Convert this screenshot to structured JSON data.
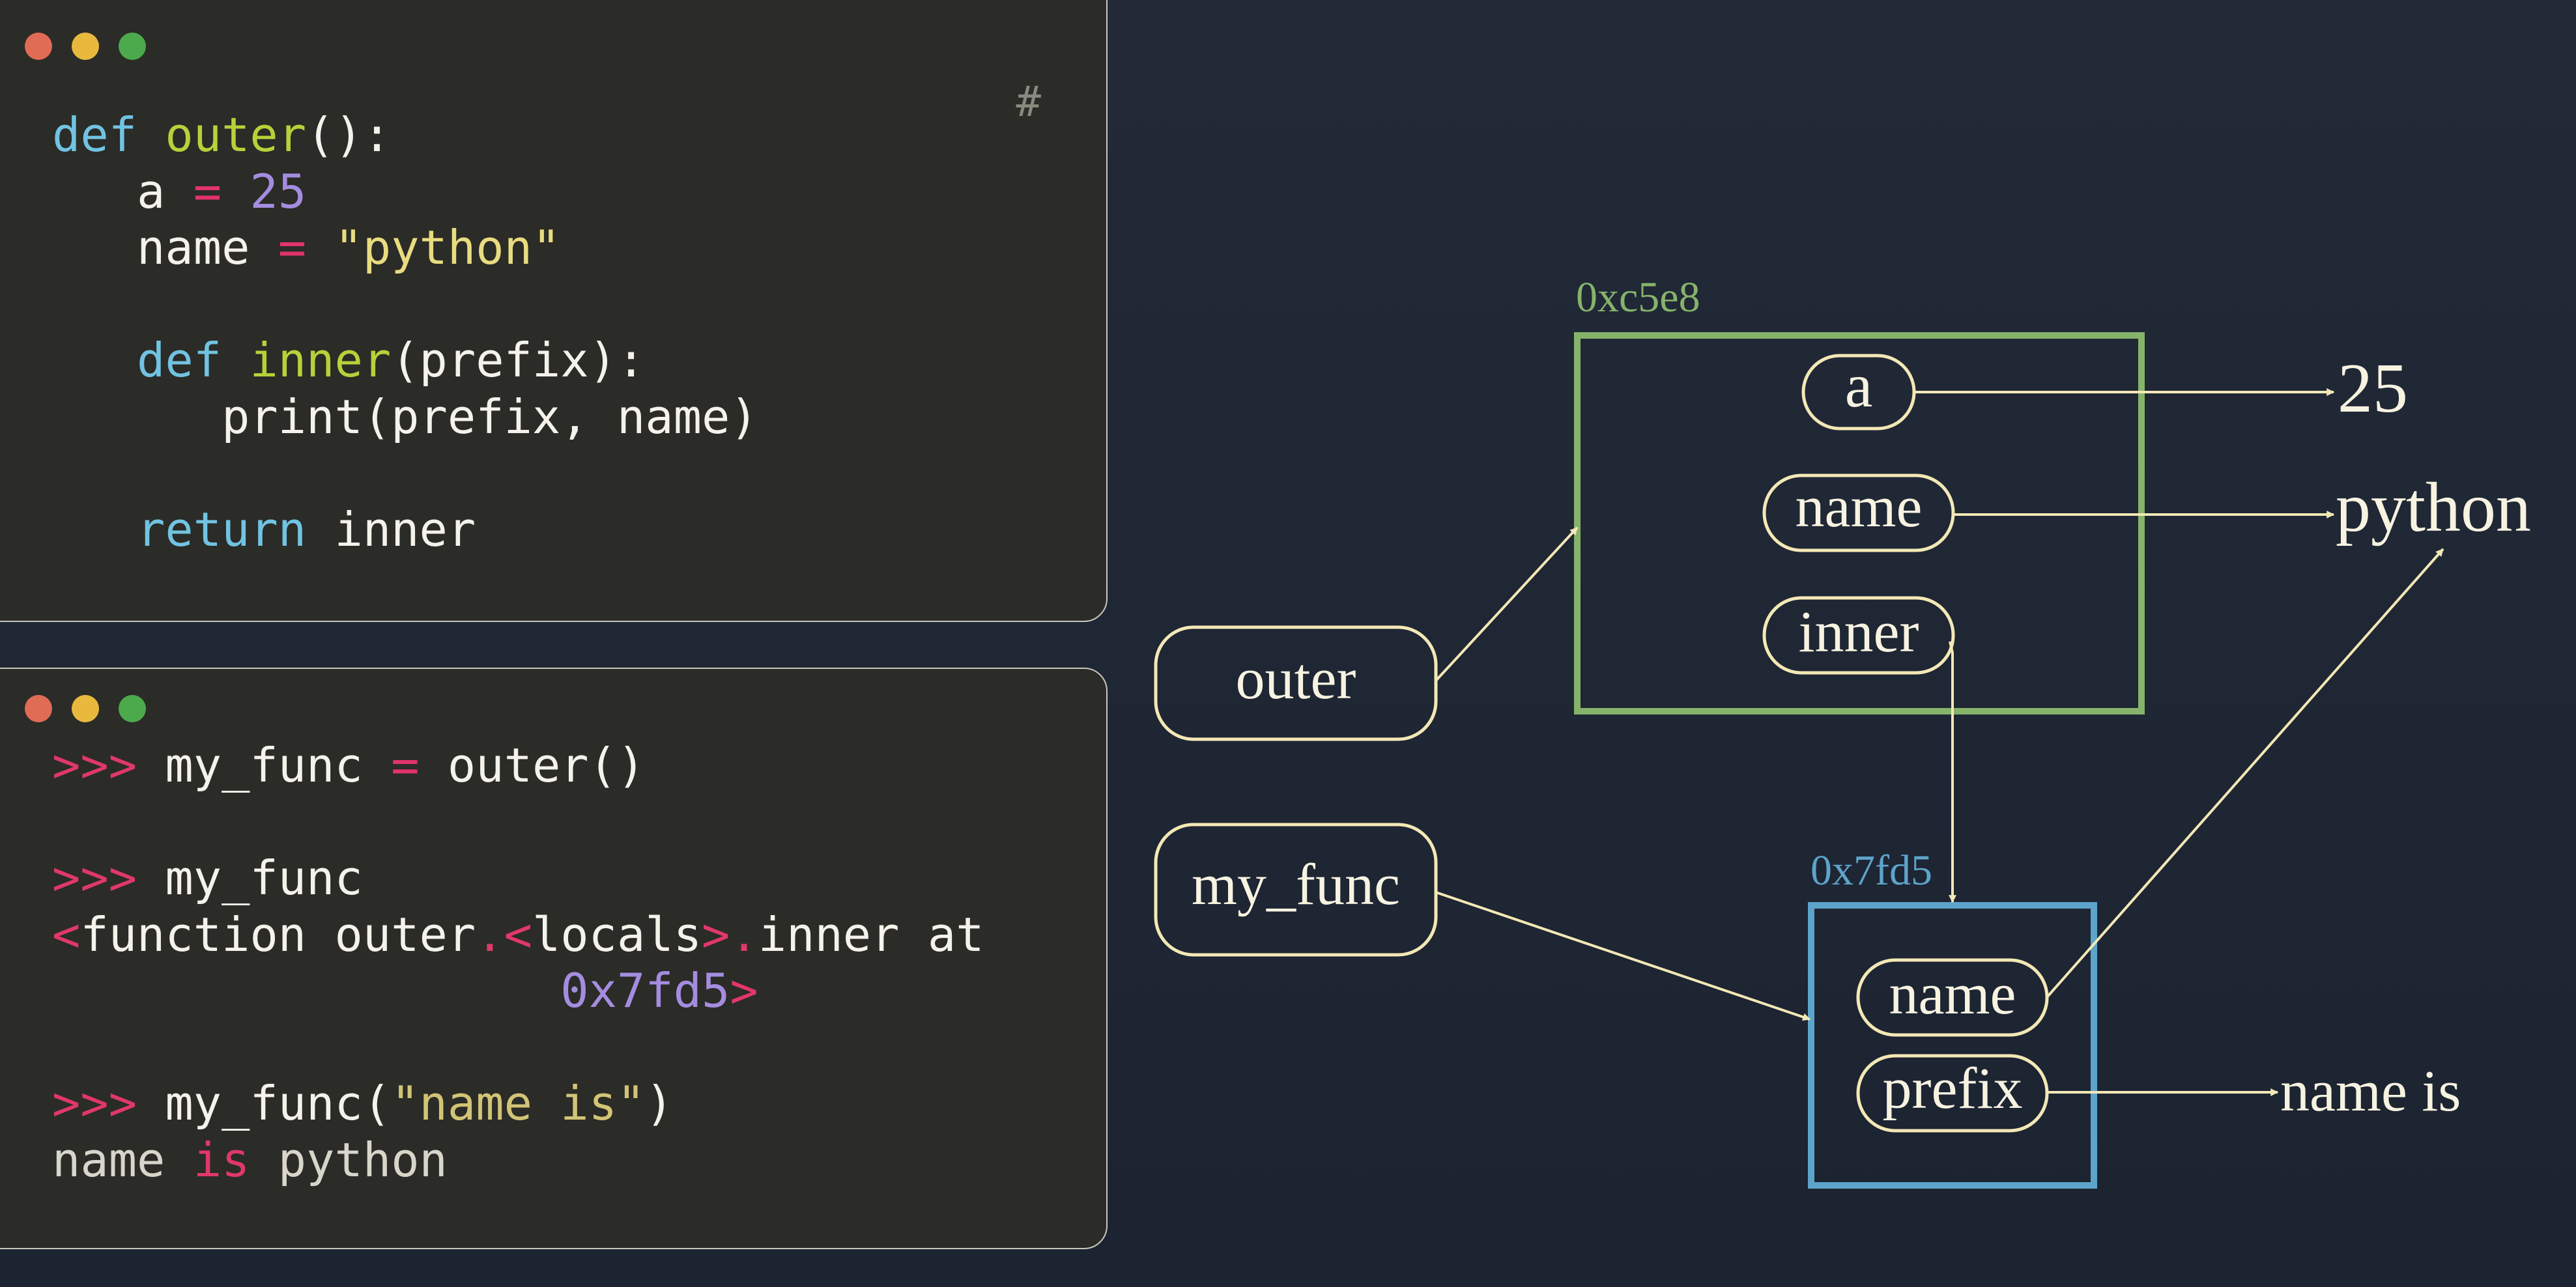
{
  "code_window": {
    "corner_symbol": "#",
    "lines": [
      [
        {
          "t": "def ",
          "c": "kw"
        },
        {
          "t": "outer",
          "c": "fn"
        },
        {
          "t": "():",
          "c": ""
        }
      ],
      [
        {
          "t": "   a ",
          "c": ""
        },
        {
          "t": "=",
          "c": "op"
        },
        {
          "t": " ",
          "c": ""
        },
        {
          "t": "25",
          "c": "num"
        }
      ],
      [
        {
          "t": "   name ",
          "c": ""
        },
        {
          "t": "=",
          "c": "op"
        },
        {
          "t": " ",
          "c": ""
        },
        {
          "t": "\"python\"",
          "c": "str"
        }
      ],
      [
        {
          "t": "",
          "c": ""
        }
      ],
      [
        {
          "t": "   ",
          "c": ""
        },
        {
          "t": "def ",
          "c": "kw"
        },
        {
          "t": "inner",
          "c": "fn"
        },
        {
          "t": "(prefix):",
          "c": ""
        }
      ],
      [
        {
          "t": "      print(prefix, name)",
          "c": ""
        }
      ],
      [
        {
          "t": "",
          "c": ""
        }
      ],
      [
        {
          "t": "   ",
          "c": ""
        },
        {
          "t": "return",
          "c": "kw"
        },
        {
          "t": " inner",
          "c": ""
        }
      ]
    ]
  },
  "repl_window": {
    "lines": [
      [
        {
          "t": ">>>",
          "c": "rep"
        },
        {
          "t": " my_func ",
          "c": ""
        },
        {
          "t": "=",
          "c": "op"
        },
        {
          "t": " outer()",
          "c": ""
        }
      ],
      [
        {
          "t": "",
          "c": ""
        }
      ],
      [
        {
          "t": ">>>",
          "c": "rep"
        },
        {
          "t": " my_func",
          "c": ""
        }
      ],
      [
        {
          "t": "<",
          "c": "rep"
        },
        {
          "t": "function outer",
          "c": ""
        },
        {
          "t": ".",
          "c": "rep"
        },
        {
          "t": "<",
          "c": "rep"
        },
        {
          "t": "locals",
          "c": ""
        },
        {
          "t": ">",
          "c": "rep"
        },
        {
          "t": ".",
          "c": "rep"
        },
        {
          "t": "inner at",
          "c": ""
        }
      ],
      [
        {
          "t": "                  ",
          "c": ""
        },
        {
          "t": "0x7fd5",
          "c": "num"
        },
        {
          "t": ">",
          "c": "rep"
        }
      ],
      [
        {
          "t": "",
          "c": ""
        }
      ],
      [
        {
          "t": ">>>",
          "c": "rep"
        },
        {
          "t": " my_func(",
          "c": ""
        },
        {
          "t": "\"name is\"",
          "c": "strd"
        },
        {
          "t": ")",
          "c": ""
        }
      ],
      [
        {
          "t": "name ",
          "c": "out"
        },
        {
          "t": "is",
          "c": "rep"
        },
        {
          "t": " python",
          "c": "out"
        }
      ]
    ]
  },
  "diagram": {
    "colors": {
      "node_border": "#f3e8b5",
      "arrow": "#f3e8b5",
      "frame_outer": "#86b36a",
      "frame_inner": "#5da4cb",
      "label_outer": "#86b36a",
      "label_inner": "#5da4cb",
      "text": "#f7f3e1"
    },
    "frame_outer_label": "0xc5e8",
    "frame_inner_label": "0x7fd5",
    "var_outer": "outer",
    "var_my_func": "my_func",
    "cell_a": "a",
    "cell_name": "name",
    "cell_inner": "inner",
    "cell_inner_name": "name",
    "cell_prefix": "prefix",
    "value_25": "25",
    "value_python": "python",
    "value_name_is": "name is"
  }
}
